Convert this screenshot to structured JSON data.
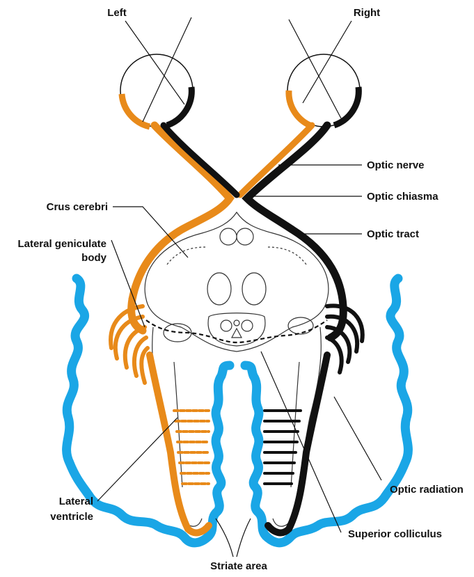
{
  "labels": {
    "left_eye": "Left",
    "right_eye": "Right",
    "optic_nerve": "Optic nerve",
    "optic_chiasma": "Optic chiasma",
    "optic_tract": "Optic tract",
    "crus_cerebri": "Crus cerebri",
    "lateral_geniculate_line1": "Lateral geniculate",
    "lateral_geniculate_line2": "body",
    "lateral_ventricle_line1": "Lateral",
    "lateral_ventricle_line2": "ventricle",
    "optic_radiation": "Optic radiation",
    "superior_colliculus": "Superior colliculus",
    "striate_area": "Striate area"
  },
  "colors": {
    "left_pathway": "#e88a1a",
    "right_pathway": "#111111",
    "cortex": "#1aa6e6",
    "outline": "#333333"
  }
}
